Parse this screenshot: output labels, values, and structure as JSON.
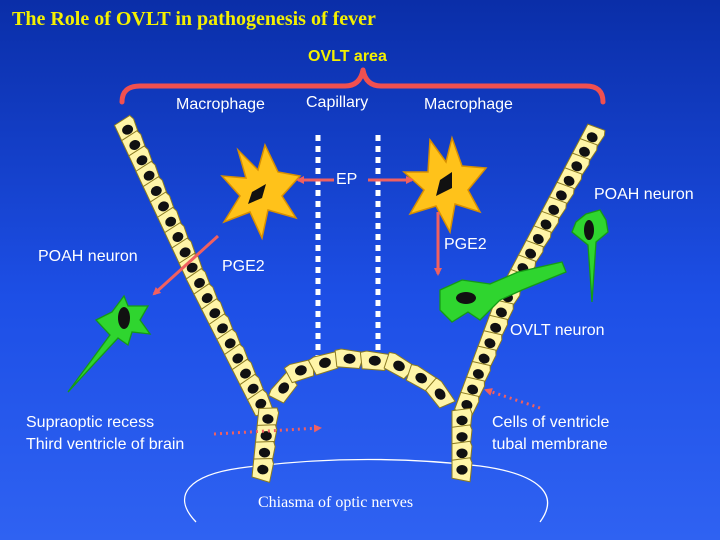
{
  "title": "The Role of OVLT in pathogenesis of fever",
  "region_label": "OVLT area",
  "labels": {
    "macrophage_left": "Macrophage",
    "capillary": "Capillary",
    "macrophage_right": "Macrophage",
    "ep": "EP",
    "poah_neuron_right": "POAH neuron",
    "poah_neuron_left": "POAH neuron",
    "pge2_left": "PGE2",
    "pge2_right": "PGE2",
    "ovlt_neuron": "OVLT neuron",
    "supraoptic_recess": "Supraoptic recess",
    "third_ventricle": "Third ventricle of brain",
    "cells_of_ventricle": "Cells of ventricle",
    "tubal_membrane": "tubal membrane",
    "chiasma": "Chiasma of optic nerves"
  },
  "colors": {
    "background": "#1a48dc",
    "title": "#f4f000",
    "cell_fill": "#fff5a8",
    "nucleus": "#111111",
    "macrophage": "#ffc21a",
    "neuron": "#2fd52f",
    "arrow": "#f06060",
    "bracket": "#f05050",
    "capillary_dots": "#ffffff"
  }
}
